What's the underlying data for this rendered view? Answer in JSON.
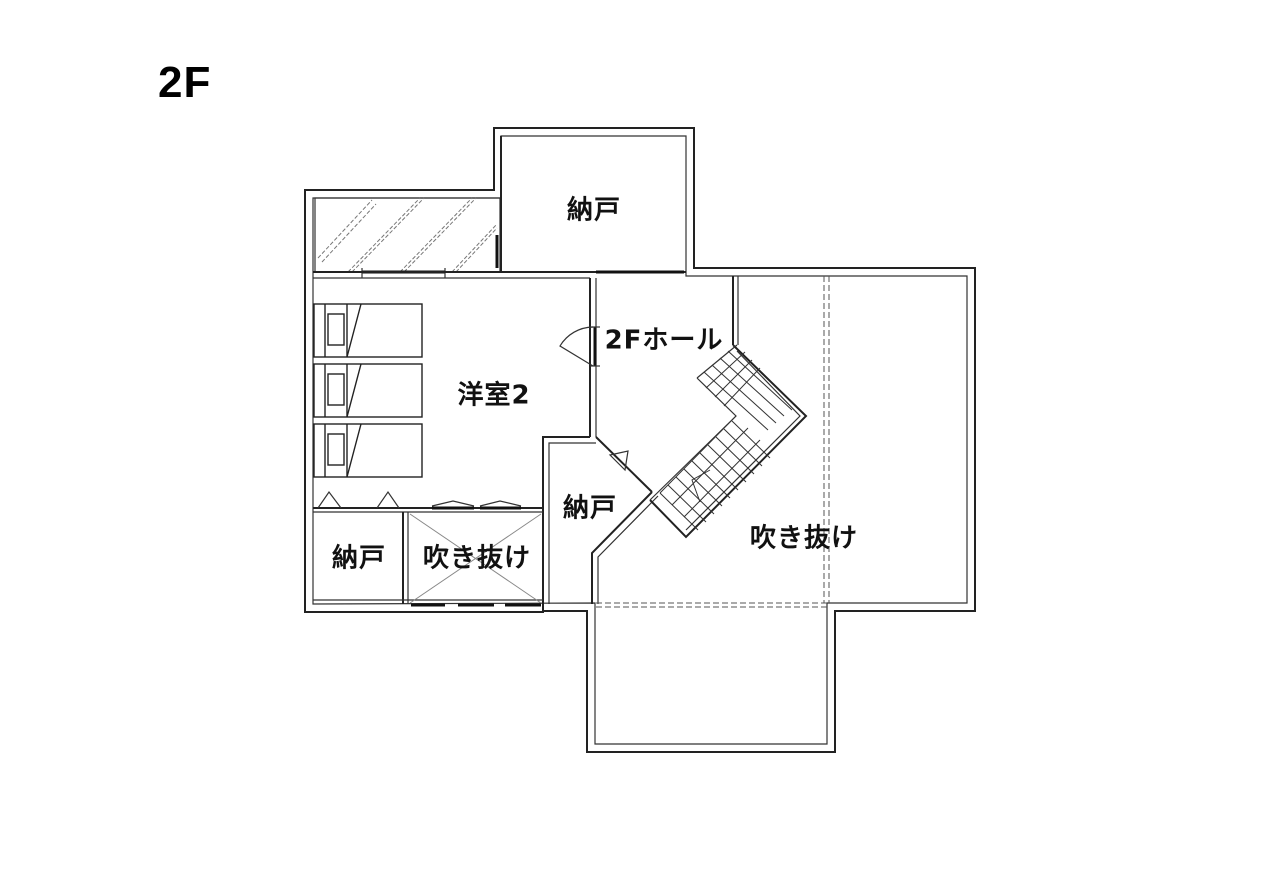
{
  "floor": {
    "label": "2F"
  },
  "rooms": {
    "storage_top": {
      "label": "納戸"
    },
    "western_room_2": {
      "label": "洋室2"
    },
    "hall_2f": {
      "label": "2Fホール"
    },
    "storage_middle": {
      "label": "納戸"
    },
    "storage_bottom_left": {
      "label": "納戸"
    },
    "void_small": {
      "label": "吹き抜け"
    },
    "void_large": {
      "label": "吹き抜け"
    }
  },
  "colors": {
    "background": "#ffffff",
    "wall": "#222222",
    "text": "#111111"
  }
}
